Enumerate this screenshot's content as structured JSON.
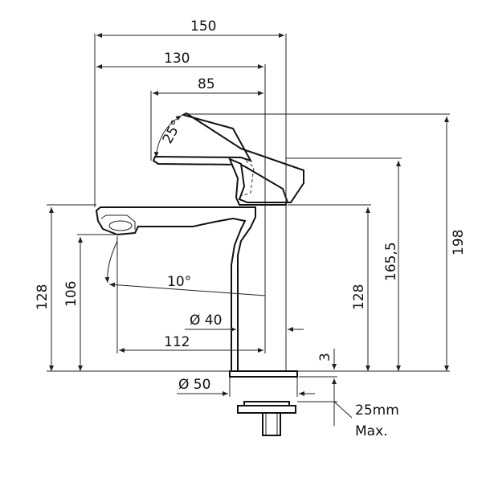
{
  "diagram": {
    "title": "",
    "dimensions": {
      "overall_width": "150",
      "spout_reach": "130",
      "lever_length": "85",
      "lever_angle": "25°",
      "overall_height": "198",
      "lever_height": "165,5",
      "spout_height_right": "128",
      "spout_height_left": "128",
      "spout_outlet_height": "106",
      "spout_angle": "10°",
      "body_diameter": "Ø 40",
      "outlet_reach": "112",
      "base_thickness": "3",
      "base_diameter": "Ø 50",
      "max_deck": "25mm",
      "max_label": "Max."
    }
  },
  "colors": {
    "line": "#222222",
    "text": "#111111",
    "background": "#ffffff"
  }
}
